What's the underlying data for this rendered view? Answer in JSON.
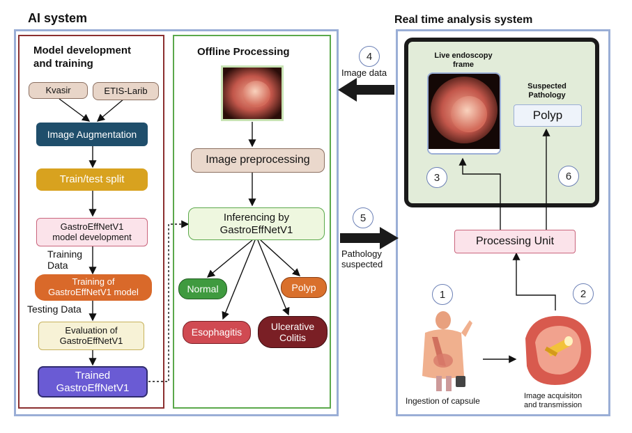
{
  "ai_system": {
    "title": "AI system",
    "model_dev": {
      "title": "Model development\nand training",
      "dataset1": "Kvasir",
      "dataset2": "ETIS-Larib",
      "augmentation": "Image Augmentation",
      "split": "Train/test split",
      "model_dev": "GastroEffNetV1\nmodel development",
      "training_data": "Training\nData",
      "training": "Training of\nGastroEffNetV1 model",
      "testing_data": "Testing Data",
      "evaluation": "Evaluation of\nGastroEffNetV1",
      "trained": "Trained\nGastroEffNetV1"
    },
    "offline": {
      "title": "Offline Processing",
      "preprocessing": "Image preprocessing",
      "inferencing": "Inferencing by\nGastroEffNetV1",
      "classes": {
        "normal": "Normal",
        "polyp": "Polyp",
        "esophagitis": "Esophagitis",
        "ulcerative": "Ulcerative\nColitis"
      }
    }
  },
  "realtime": {
    "title": "Real time analysis system",
    "live_frame": "Live endoscopy\nframe",
    "suspected_title": "Suspected\nPathology",
    "suspected_value": "Polyp",
    "processing_unit": "Processing Unit",
    "ingestion": "Ingestion of capsule",
    "acquisition": "Image acquisiton\nand transmission"
  },
  "links": {
    "image_data": "Image data",
    "pathology": "Pathology\nsuspected"
  },
  "steps": [
    "1",
    "2",
    "3",
    "4",
    "5",
    "6"
  ],
  "colors": {
    "outer_border": "#9aaed6",
    "model_border": "#8b2f2f",
    "offline_border": "#5aa84a",
    "augmentation": "#1f4e6b",
    "split": "#d8a21f",
    "model_dev_fill": "#fbe3ea",
    "training_fill": "#d9692a",
    "evaluation_fill": "#f7f2d6",
    "trained_fill": "#6a5bd4",
    "dataset_fill": "#e8d5c8",
    "preprocessing_fill": "#ead8cc",
    "inferencing_fill": "#eef7df",
    "normal_fill": "#3f9a3f",
    "polyp_fill": "#d9702c",
    "esophagitis_fill": "#d04a52",
    "ulcerative_fill": "#7a1f25",
    "realtime_inner_fill": "#e2ecd9",
    "processing_fill": "#fbe3ea",
    "suspected_fill": "#eef3fa"
  }
}
